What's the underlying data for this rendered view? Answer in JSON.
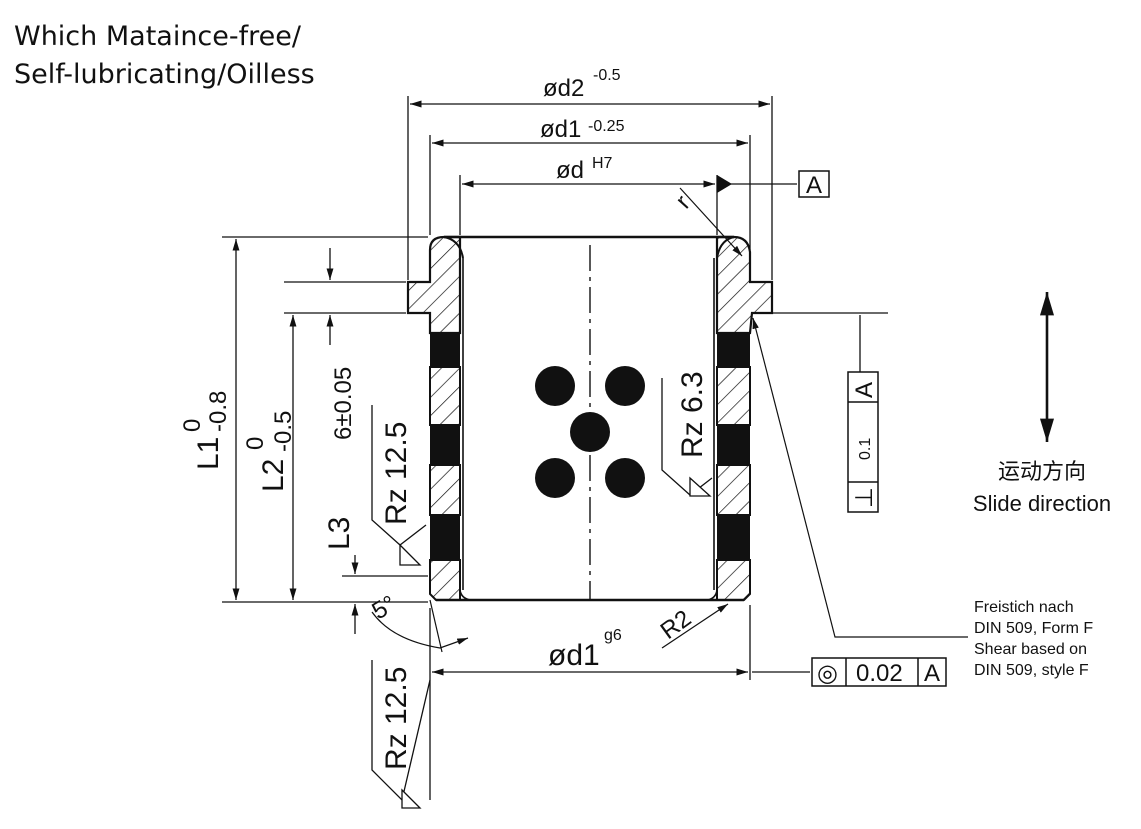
{
  "heading": {
    "line1": "Which Mataince-free/",
    "line2": "Self-lubricating/Oilless"
  },
  "dims": {
    "d2": "ød2",
    "d2_tol": "-0.5",
    "d1": "ød1",
    "d1_tol": "-0.25",
    "d": "ød",
    "d_tol": "H7",
    "d1_bottom": "ød1",
    "d1_bottom_tol": "g6",
    "r": "r",
    "r2": "R2",
    "L1": "L1",
    "L1_upper": "0",
    "L1_lower": "-0.8",
    "L2": "L2",
    "L2_upper": "0",
    "L2_lower": "-0.5",
    "flange": "6±0.05",
    "L3": "L3",
    "angle": "5°"
  },
  "roughness": {
    "left_inner": "Rz 12.5",
    "left_outer": "Rz 12.5",
    "right_inner": "Rz 6.3"
  },
  "datum": {
    "label": "A"
  },
  "perpendicularity": {
    "symbol": "⊥",
    "value": "0.1",
    "datum": "A"
  },
  "concentricity": {
    "symbol": "◎",
    "value": "0.02",
    "datum": "A"
  },
  "slide": {
    "zh": "运动方向",
    "en": "Slide direction"
  },
  "note": {
    "line1": "Freistich nach",
    "line2": "DIN 509, Form F",
    "line3": "Shear based on",
    "line4": "DIN 509, style F"
  }
}
